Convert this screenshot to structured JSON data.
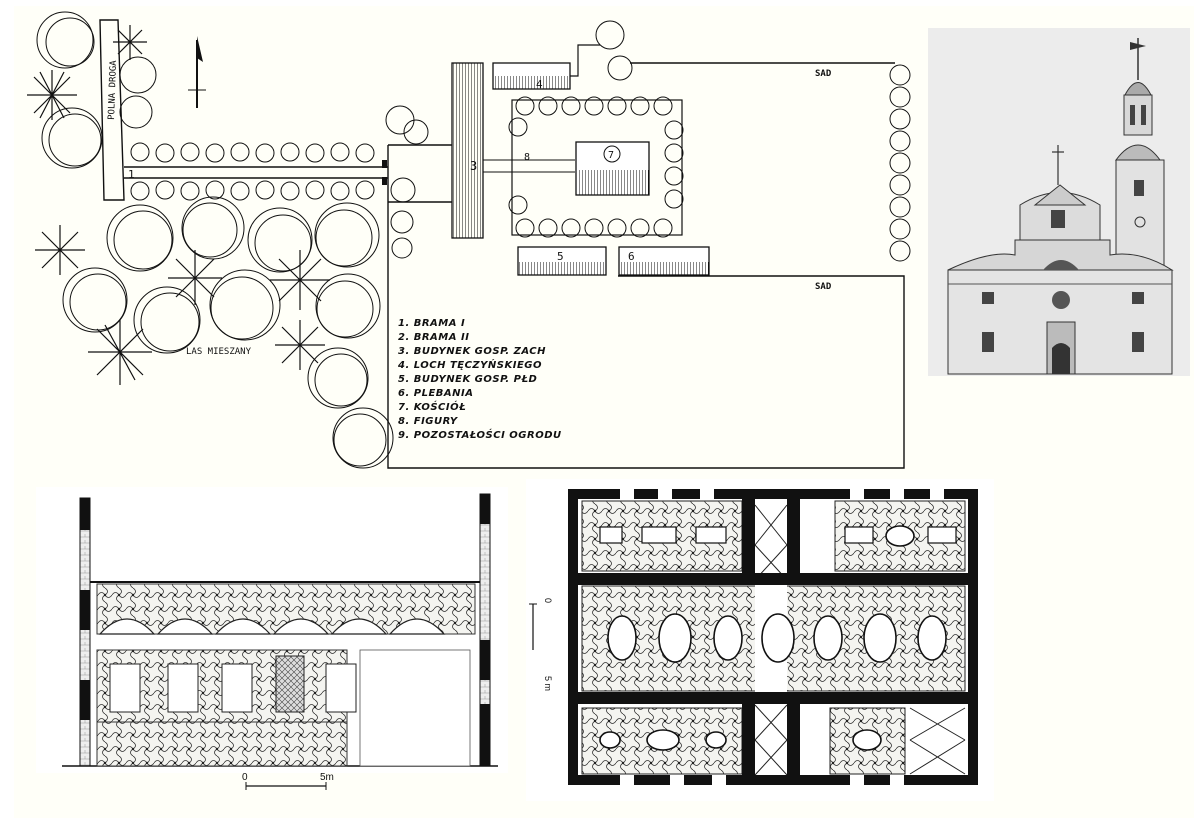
{
  "site_plan": {
    "road_label": "POLNA DROGA",
    "forest_label": "LAS MIESZANY",
    "orchard_top": "SAD",
    "orchard_bottom": "SAD",
    "marker_1": "1",
    "marker_3": "3",
    "marker_4": "4",
    "marker_5": "5",
    "marker_6": "6",
    "marker_7": "7",
    "marker_8": "8",
    "legend": [
      "1. BRAMA I",
      "2. BRAMA II",
      "3. BUDYNEK GOSP. ZACH",
      "4. LOCH TĘCZYŃSKIEGO",
      "5. BUDYNEK GOSP. PŁD",
      "6. PLEBANIA",
      "7. KOŚCIÓŁ",
      "8. FIGURY",
      "9. POZOSTAŁOŚCI OGRODU"
    ]
  },
  "section_drawing": {
    "scale_start": "0",
    "scale_end": "5m"
  },
  "plan_drawing": {
    "scale_start": "0",
    "scale_end": "5 m"
  },
  "colors": {
    "ink": "#111111",
    "paper": "#fffff8",
    "photo_bg": "#e9e9e9"
  }
}
